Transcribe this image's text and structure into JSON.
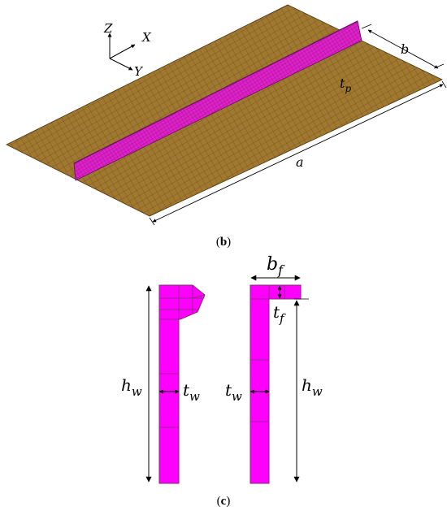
{
  "figure_b": {
    "caption_open": "(",
    "caption_letter": "b",
    "caption_close": ")",
    "axes": {
      "z": "Z",
      "x": "X",
      "y": "Y"
    },
    "dims": {
      "a": {
        "base": "a",
        "sub": ""
      },
      "b": {
        "base": "b",
        "sub": ""
      },
      "tp": {
        "base": "t",
        "sub": "p"
      }
    },
    "colors": {
      "plate": "#a07830",
      "plate_mesh": "#5a4016",
      "stiffener": "#e020c8",
      "stiffener_mesh": "#70106a"
    }
  },
  "figure_c": {
    "caption_open": "(",
    "caption_letter": "c",
    "caption_close": ")",
    "left": {
      "hw": {
        "base": "h",
        "sub": "w"
      },
      "tw": {
        "base": "t",
        "sub": "w"
      }
    },
    "right": {
      "bf": {
        "base": "b",
        "sub": "f"
      },
      "tf": {
        "base": "t",
        "sub": "f"
      },
      "tw": {
        "base": "t",
        "sub": "w"
      },
      "hw": {
        "base": "h",
        "sub": "w"
      }
    },
    "colors": {
      "section": "#ff00ff",
      "section_edge": "#7a3070"
    }
  }
}
